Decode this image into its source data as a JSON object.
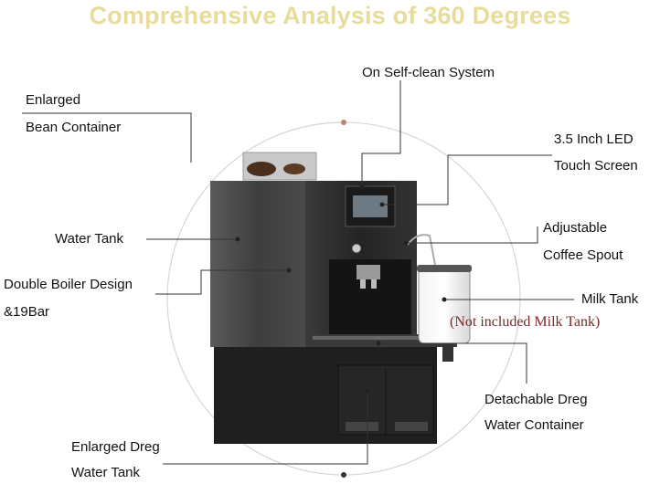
{
  "title": "Comprehensive Analysis of 360 Degrees",
  "labels": {
    "self_clean": "On Self-clean System",
    "bean_line1": "Enlarged",
    "bean_line2": "Bean Container",
    "led_line1": "3.5 Inch LED",
    "led_line2": "Touch Screen",
    "water_tank": "Water Tank",
    "spout_line1": "Adjustable",
    "spout_line2": "Coffee Spout",
    "boiler_line1": "Double Boiler Design",
    "boiler_line2": "&19Bar",
    "milk_tank": "Milk Tank",
    "milk_note": "(Not included Milk Tank)",
    "dreg_container_line1": "Detachable Dreg",
    "dreg_container_line2": "Water Container",
    "dreg_tank_line1": "Enlarged Dreg",
    "dreg_tank_line2": "Water Tank"
  },
  "colors": {
    "title": "#e8dc9a",
    "note": "#7a2a2a",
    "machine": "#2b2b2b",
    "accent_dot": "#c0846a"
  }
}
